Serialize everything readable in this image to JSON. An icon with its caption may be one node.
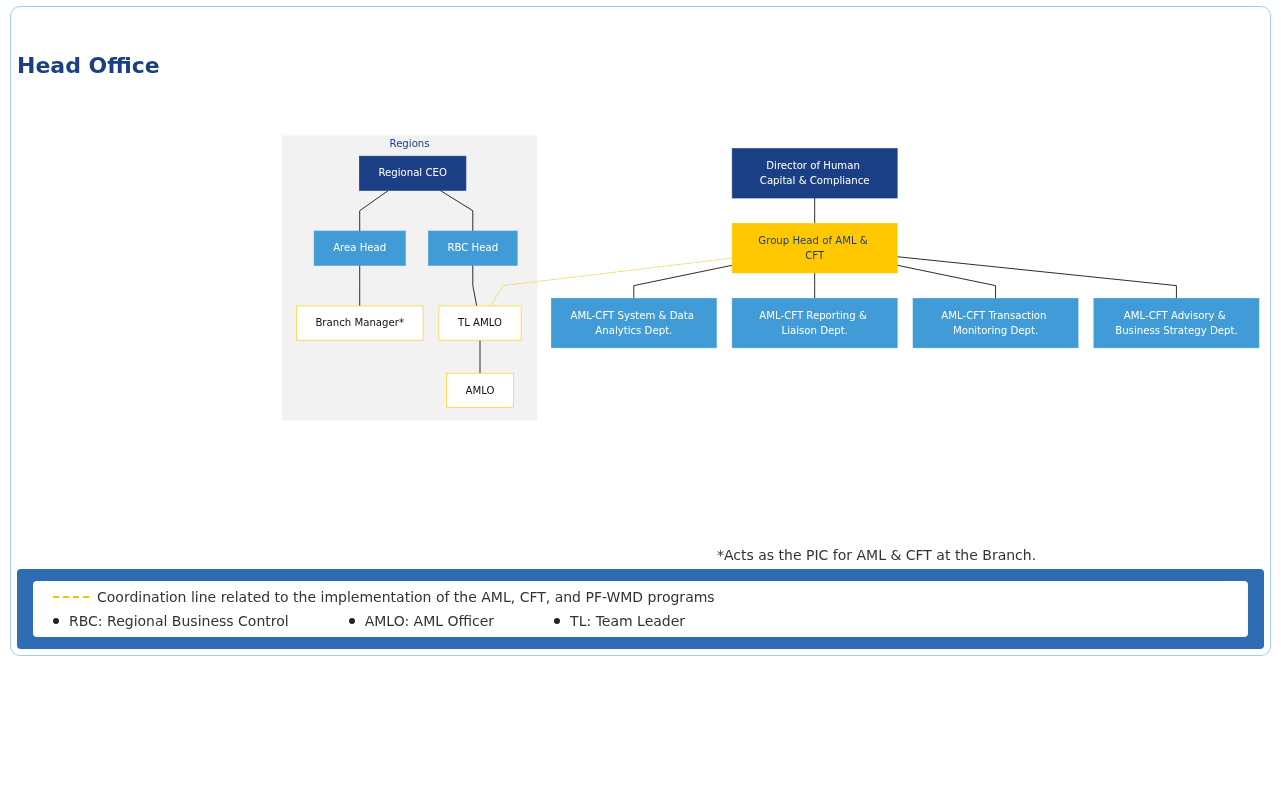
{
  "diagram": {
    "nodes": [
      {
        "text": [
          "Director of Human Capital & Compliance"
        ]
      },
      {
        "text": [
          "Group Head of AML & CFT"
        ]
      },
      {
        "text": [
          "AML-CFT Advisory & Business Strategy Dept."
        ]
      },
      {
        "text": [
          "AML-CFT Transaction Monitoring Dept."
        ]
      },
      {
        "text": [
          "AML-CFT Reporting & Liaison Dept."
        ]
      },
      {
        "text": [
          "AML-CFT System & Data Analytics Dept."
        ]
      },
      {
        "text": [
          "Regions"
        ]
      },
      {
        "text": [
          "Regional CEO"
        ],
        "in": 6
      },
      {
        "text": [
          "RBC Head"
        ],
        "in": 6
      },
      {
        "text": [
          "Area Head"
        ],
        "in": 6
      },
      {
        "text": [
          "TL AMLO"
        ],
        "in": 6
      },
      {
        "text": [
          "Branch Manager*"
        ],
        "in": 6
      },
      {
        "text": [
          "AMLO"
        ],
        "in": 6
      }
    ],
    "edges": [
      {
        "from": 0,
        "to": 1,
        "arrow": "none"
      },
      {
        "from": 1,
        "to": 2,
        "arrow": "none"
      },
      {
        "from": 1,
        "to": 3,
        "arrow": "none"
      },
      {
        "from": 1,
        "to": 4,
        "arrow": "none"
      },
      {
        "from": 1,
        "to": 5,
        "arrow": "none"
      },
      {
        "from": 1,
        "to": 10,
        "arrow": "none",
        "style": "dashed",
        "color": "#f5c400"
      },
      {
        "from": 7,
        "to": 8,
        "arrow": "none"
      },
      {
        "from": 7,
        "to": 9,
        "arrow": "none"
      },
      {
        "from": 8,
        "to": 10,
        "arrow": "none"
      },
      {
        "from": 9,
        "to": 11,
        "arrow": "none"
      },
      {
        "from": 10,
        "to": 12,
        "arrow": "none"
      }
    ],
    "labels": [
      "Head Office",
      "*Acts as the PIC for AML & CFT at the Branch.",
      "RBC: Regional Business Control",
      "AMLO: AML Officer",
      "TL: Team Leader"
    ],
    "legend": [
      {
        "text": "Coordination line related to the implementation of the AML, CFT, and PF-WMD programs"
      }
    ]
  }
}
